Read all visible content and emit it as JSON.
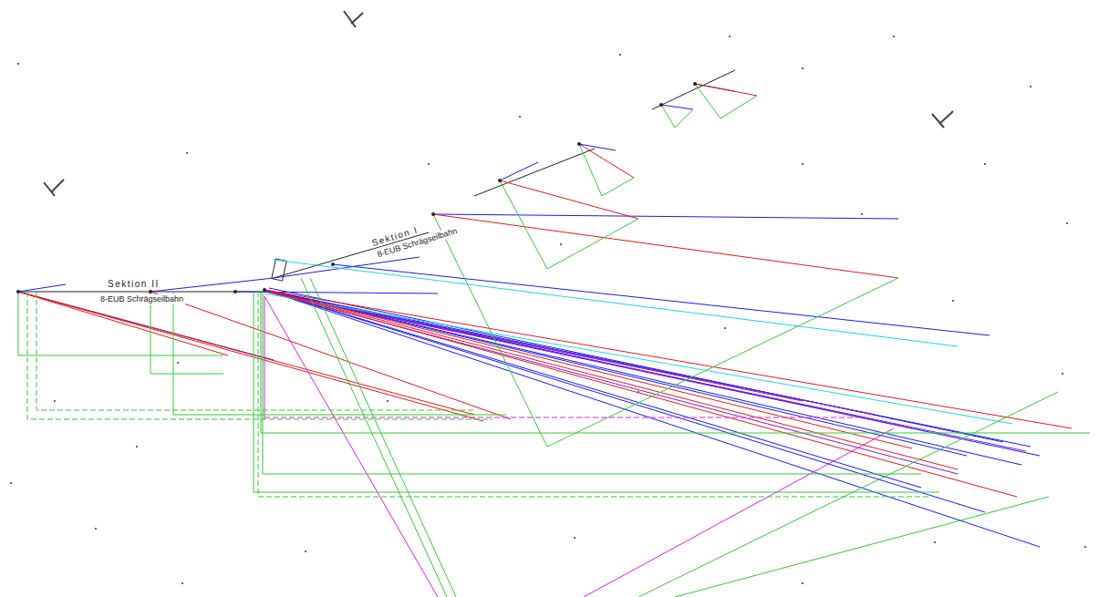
{
  "diagram": {
    "labels": [
      "Sektion II",
      "8-EUB Schrägseilbahn",
      "Sektion I",
      "8-EUB Schrägseilbahn"
    ]
  }
}
